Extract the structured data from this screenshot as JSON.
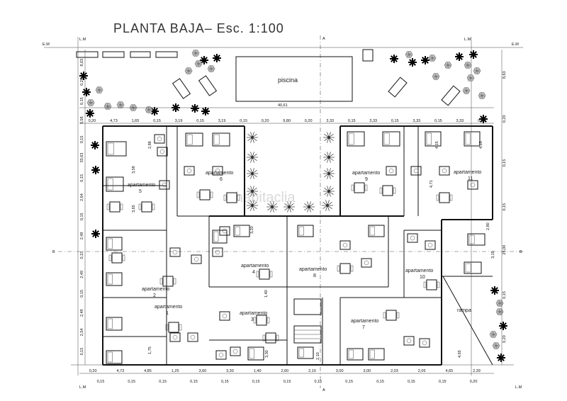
{
  "title": "PLANTA BAJA– Esc. 1:100",
  "watermark": "habitaclia",
  "pool": "piscina",
  "ramp": "rampa",
  "markers": {
    "lm": "L.M",
    "em": "E.M",
    "a": "A",
    "b": "B"
  },
  "apartments": [
    {
      "label": "apartamento",
      "num": "1"
    },
    {
      "label": "apartamento",
      "num": "2"
    },
    {
      "label": "apartamento",
      "num": "3"
    },
    {
      "label": "apartamento",
      "num": "4"
    },
    {
      "label": "apartamento",
      "num": "5"
    },
    {
      "label": "apartamento",
      "num": "6"
    },
    {
      "label": "apartamento",
      "num": "7"
    },
    {
      "label": "apartamento",
      "num": "8"
    },
    {
      "label": "apartamento",
      "num": "9"
    },
    {
      "label": "apartamento",
      "num": "10"
    },
    {
      "label": "apartamento",
      "num": "11"
    }
  ],
  "dims": {
    "top_total": "40,61",
    "top": [
      "0,20",
      "4,73",
      "1,65",
      "0,15",
      "3,19",
      "0,15",
      "3,19",
      "0,15",
      "0,20",
      "9,80",
      "0,20",
      "3,33",
      "0,15",
      "3,33",
      "0,15",
      "3,33",
      "0,15",
      "3,33",
      "0,20"
    ],
    "left": [
      "8,63",
      "0,20",
      "0,15",
      "3,58",
      "0,15",
      "33,63",
      "0,15",
      "2,64",
      "0,15",
      "2,49",
      "0,15",
      "2,49",
      "0,15",
      "2,49",
      "2,54",
      "0,15"
    ],
    "right": [
      "8,63",
      "0,20",
      "0,15",
      "0,15",
      "25,00",
      "0,15",
      "0,20"
    ],
    "bottom": [
      "0,20",
      "4,73",
      "4,85",
      "1,25",
      "3,60",
      "3,30",
      "1,40",
      "2,60",
      "2,10",
      "3,00",
      "3,00",
      "2,03",
      "2,05",
      "4,65",
      "2,39"
    ],
    "bottom2": [
      "0,15",
      "0,15",
      "0,15",
      "0,15",
      "0,15",
      "0,15",
      "0,15",
      "0,15",
      "0,15",
      "0,15",
      "0,15",
      "0,15",
      "0,20"
    ],
    "inner": [
      "2,88",
      "3,58",
      "3,65",
      "1,75",
      "3,30",
      "2,10",
      "3,20",
      "1,40",
      "2,80",
      "4,15",
      "4,71",
      "4,15",
      "3,15",
      "4,65"
    ]
  }
}
